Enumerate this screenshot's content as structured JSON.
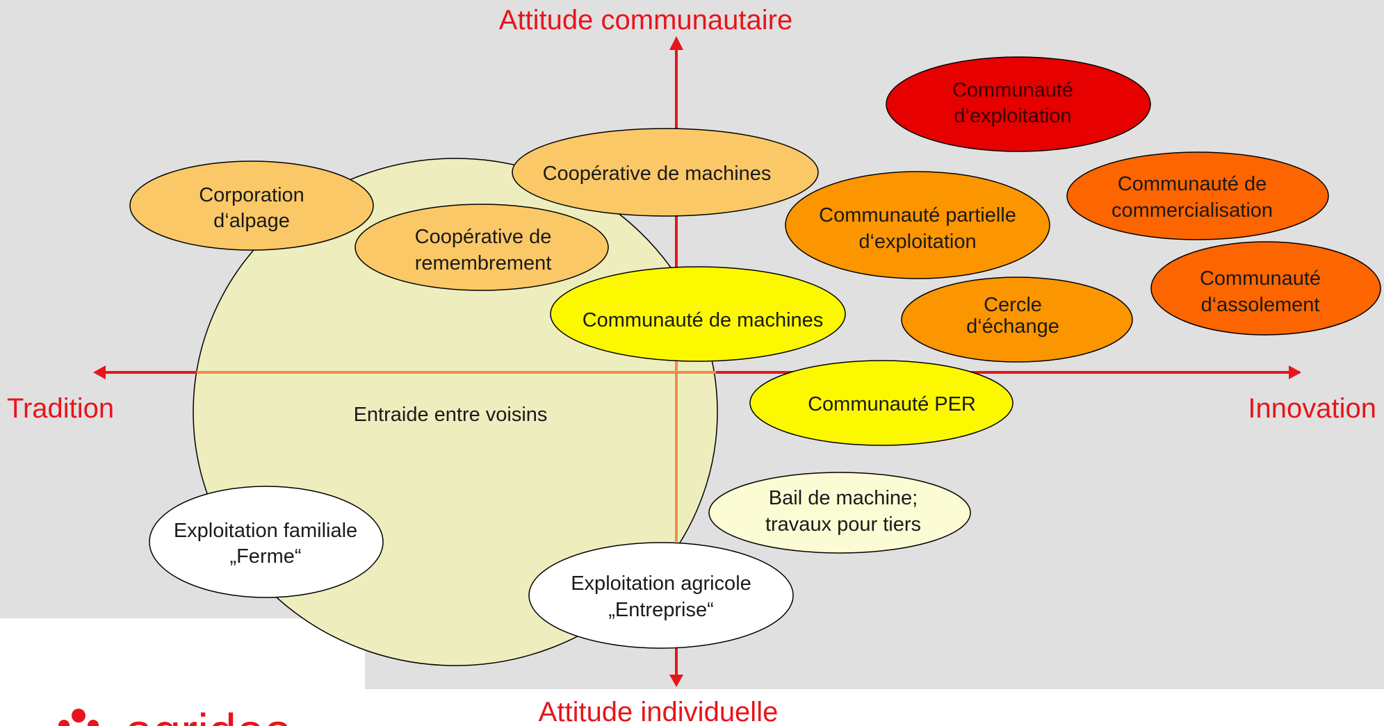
{
  "axes": {
    "top": "Attitude communautaire",
    "bottom": "Attitude individuelle",
    "left": "Tradition",
    "right": "Innovation"
  },
  "colors": {
    "background": "#e0e0e0",
    "axis": "#e8141c",
    "axis_inner": "#f08c50",
    "label": "#e8141c"
  },
  "ellipses": {
    "entraide": {
      "lines": [
        "Entraide entre voisins"
      ],
      "fill": "#eeedbe"
    },
    "corporation": {
      "lines": [
        "Corporation",
        "d‘alpage"
      ],
      "fill": "#fbc868"
    },
    "coop_machines": {
      "lines": [
        "Coopérative de machines"
      ],
      "fill": "#fbc868"
    },
    "coop_remembrement": {
      "lines": [
        "Coopérative de",
        "remembrement"
      ],
      "fill": "#fbc868"
    },
    "communaute_machines": {
      "lines": [
        "Communauté de machines"
      ],
      "fill": "#fbf800"
    },
    "communaute_exploitation": {
      "lines": [
        "Communauté",
        "d‘exploitation"
      ],
      "fill": "#e60000"
    },
    "communaute_partielle": {
      "lines": [
        "Communauté partielle",
        "d‘exploitation"
      ],
      "fill": "#fb9500"
    },
    "communaute_commercialisation": {
      "lines": [
        "Communauté de",
        "commercialisation"
      ],
      "fill": "#fc6500"
    },
    "cercle_echange": {
      "lines": [
        "Cercle",
        "d‘échange"
      ],
      "fill": "#fb9500"
    },
    "communaute_assolement": {
      "lines": [
        "Communauté",
        "d‘assolement"
      ],
      "fill": "#fc6500"
    },
    "communaute_per": {
      "lines": [
        "Communauté PER"
      ],
      "fill": "#fbf800"
    },
    "bail_machine": {
      "lines": [
        "Bail de machine;",
        "travaux pour tiers"
      ],
      "fill": "#fcfcd4"
    },
    "exploitation_familiale": {
      "lines": [
        "Exploitation familiale",
        "„Ferme“"
      ],
      "fill": "#ffffff"
    },
    "exploitation_agricole": {
      "lines": [
        "Exploitation agricole",
        "„Entreprise“"
      ],
      "fill": "#ffffff"
    }
  },
  "logo": {
    "text": "agridea"
  }
}
